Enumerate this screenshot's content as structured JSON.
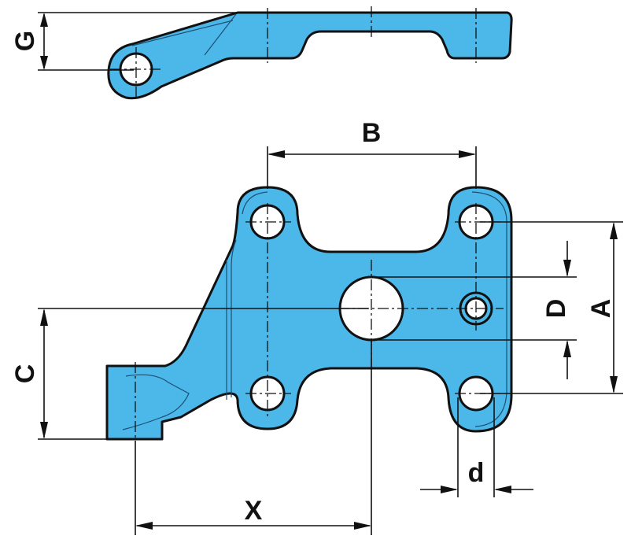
{
  "diagram": {
    "part_color": "#4cb8ea",
    "outline_color": "#111111",
    "labels": {
      "G": "G",
      "B": "B",
      "C": "C",
      "D": "D",
      "A": "A",
      "d": "d",
      "X": "X"
    }
  }
}
